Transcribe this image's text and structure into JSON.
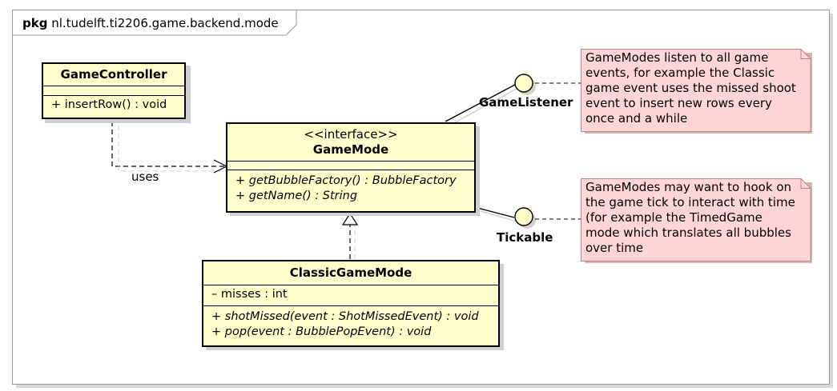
{
  "package": {
    "keyword": "pkg",
    "name": "nl.tudelft.ti2206.game.backend.mode"
  },
  "classes": {
    "game_controller": {
      "name": "GameController",
      "operations": [
        "+ insertRow() : void"
      ]
    },
    "game_mode": {
      "stereotype": "<<interface>>",
      "name": "GameMode",
      "operations": [
        "+ getBubbleFactory() : BubbleFactory",
        "+ getName() : String"
      ]
    },
    "classic_game_mode": {
      "name": "ClassicGameMode",
      "attributes": [
        "– misses : int"
      ],
      "operations": [
        "+ shotMissed(event : ShotMissedEvent) : void",
        "+ pop(event : BubblePopEvent) : void"
      ]
    }
  },
  "interfaces": {
    "game_listener": "GameListener",
    "tickable": "Tickable"
  },
  "relations": {
    "uses_label": "uses"
  },
  "notes": [
    {
      "lines": [
        "GameModes listen to all game",
        "events, for example the Classic",
        "game event uses the missed shoot",
        "event to insert new rows every",
        "once and a while"
      ]
    },
    {
      "lines": [
        "GameModes may want to hook on",
        "the game tick to interact with time",
        "(for example the TimedGame",
        "mode which translates all bubbles",
        "over time"
      ]
    }
  ],
  "colors": {
    "class_fill": "#ffffcc",
    "note_fill": "#ffd5d5",
    "note_border": "#b8867e",
    "frame_border": "#9a9a9a"
  }
}
